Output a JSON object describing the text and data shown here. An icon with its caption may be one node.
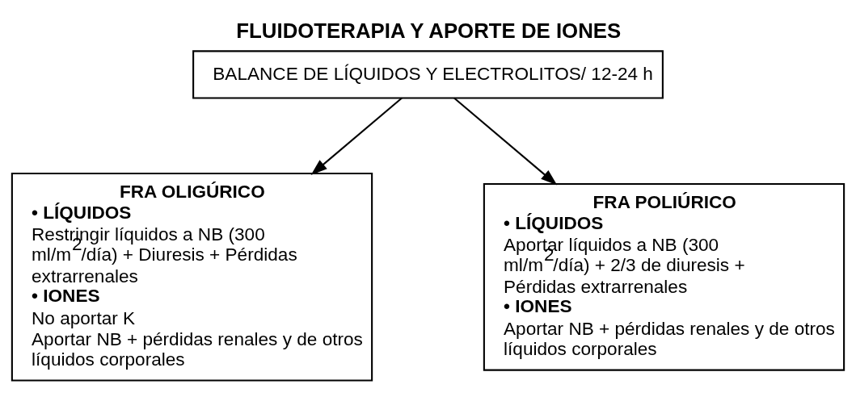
{
  "diagram": {
    "title": "FLUIDOTERAPIA Y APORTE DE IONES",
    "nodes": [
      {
        "text": [
          "BALANCE DE LÍQUIDOS Y ELECTROLITOS/ 12-24 h"
        ]
      },
      {
        "text": [
          "FRA OLIGÚRICO",
          "• LÍQUIDOS",
          "Restringir líquidos a NB (300 ml/m$^{2}$/día) + Diuresis + Pérdidas extrarrenales",
          "• IONES",
          "No aportar K",
          "Aportar NB + pérdidas renales y de otros líquidos corporales"
        ]
      },
      {
        "text": [
          "FRA POLIÚRICO",
          "• LÍQUIDOS",
          "Aportar líquidos a NB (300 ml/m$^{2}$/día) + 2/3 de diuresis + Pérdidas extrarrenales",
          "• IONES",
          "Aportar NB + pérdidas renales y de otros líquidos corporales"
        ]
      }
    ],
    "edges": [
      {
        "from": 0,
        "to": 1,
        "arrow": "to"
      },
      {
        "from": 0,
        "to": 2,
        "arrow": "to"
      }
    ]
  }
}
